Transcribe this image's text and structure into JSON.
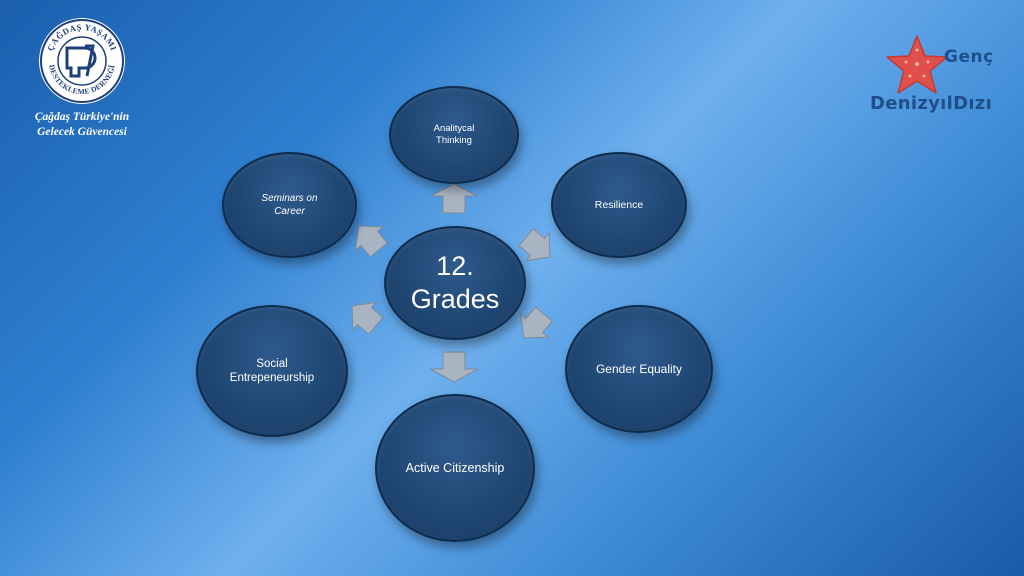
{
  "left_logo": {
    "seal_top_text": "ÇAĞDAŞ YAŞAMI",
    "seal_bottom_text": "DESTEKLEME DERNEĞİ",
    "tagline_line1": "Çağdaş Türkiye'nin",
    "tagline_line2": "Gelecek Güvencesi"
  },
  "right_logo": {
    "brand_top": "Genç",
    "brand_bottom": "DenizyılDızı"
  },
  "diagram": {
    "center": "12. Grades",
    "nodes": [
      "Analitycal Thinking",
      "Resilience",
      "Gender Equality",
      "Active Citizenship",
      "Social Entrepeneurship",
      "Seminars on Career"
    ]
  },
  "colors": {
    "node_fill": "#1f4672",
    "arrow": "#a9b4c2",
    "starfish": "#e0504a",
    "brand_text": "#1f4f8a"
  }
}
